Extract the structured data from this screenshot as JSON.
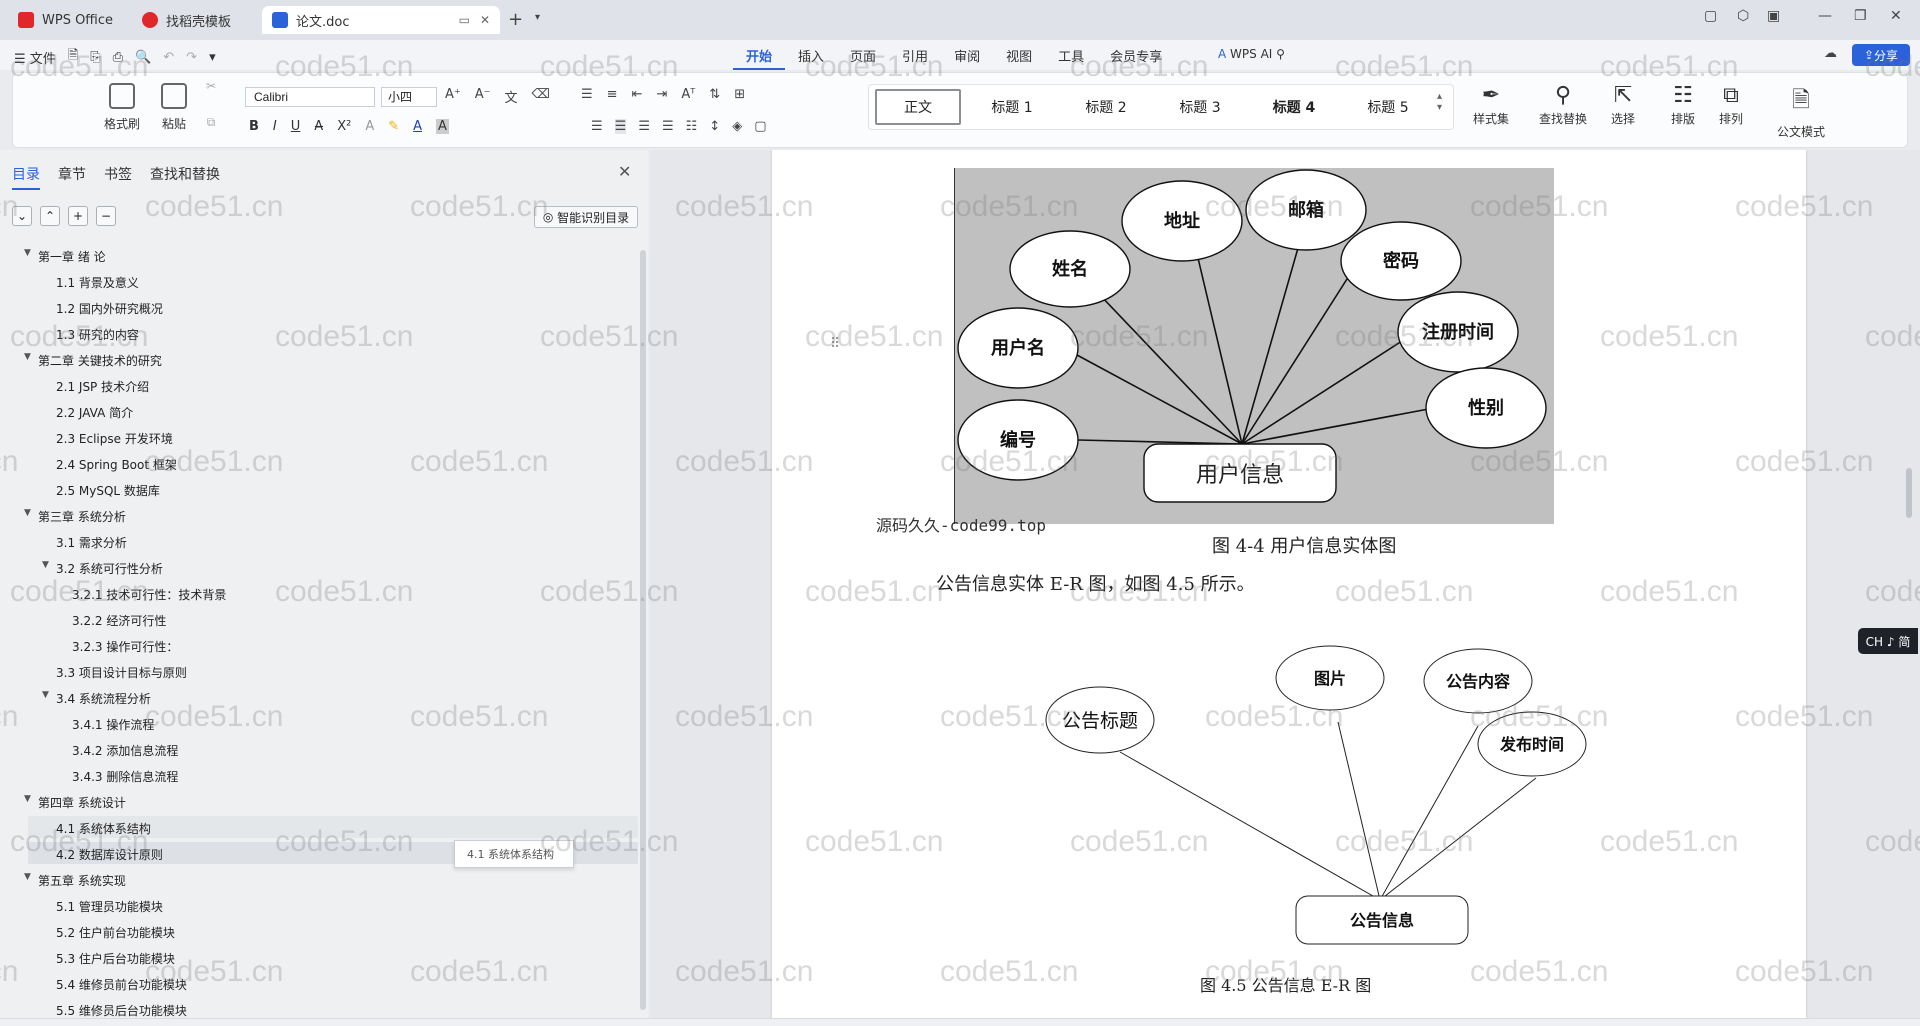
{
  "titlebar": {
    "tabs": [
      {
        "label": "WPS Office"
      },
      {
        "label": "找稻壳模板"
      },
      {
        "label": "论文.doc"
      }
    ]
  },
  "menubar": {
    "file": "文件",
    "tabs": [
      "开始",
      "插入",
      "页面",
      "引用",
      "审阅",
      "视图",
      "工具",
      "会员专享"
    ],
    "active_tab": "开始",
    "wps_ai": "WPS AI",
    "share": "分享"
  },
  "ribbon": {
    "format_painter": "格式刷",
    "paste": "粘贴",
    "font_name": "Calibri",
    "font_size": "小四",
    "styles": [
      "正文",
      "标题 1",
      "标题 2",
      "标题 3",
      "标题 4",
      "标题 5"
    ],
    "style_set": "样式集",
    "find_replace": "查找替换",
    "select": "选择",
    "layout": "排版",
    "arrange": "排列",
    "doc_mode": "公文模式"
  },
  "nav": {
    "tabs": [
      "目录",
      "章节",
      "书签",
      "查找和替换"
    ],
    "active_tab": "目录",
    "smart_toc": "智能识别目录",
    "tooltip": "4.1 系统体系结构",
    "items": [
      {
        "label": "第一章 绪 论",
        "level": 1
      },
      {
        "label": "1.1 背景及意义",
        "level": 2
      },
      {
        "label": "1.2 国内外研究概况",
        "level": 2
      },
      {
        "label": "1.3 研究的内容",
        "level": 2
      },
      {
        "label": "第二章 关键技术的研究",
        "level": 1
      },
      {
        "label": "2.1 JSP 技术介绍",
        "level": 2
      },
      {
        "label": "2.2 JAVA 简介",
        "level": 2
      },
      {
        "label": "2.3 Eclipse 开发环境",
        "level": 2
      },
      {
        "label": "2.4 Spring Boot 框架",
        "level": 2
      },
      {
        "label": "2.5 MySQL 数据库",
        "level": 2
      },
      {
        "label": "第三章 系统分析",
        "level": 1
      },
      {
        "label": "3.1 需求分析",
        "level": 2
      },
      {
        "label": "3.2 系统可行性分析",
        "level": 2
      },
      {
        "label": "3.2.1 技术可行性：技术背景",
        "level": 3
      },
      {
        "label": "3.2.2 经济可行性",
        "level": 3
      },
      {
        "label": "3.2.3 操作可行性：",
        "level": 3
      },
      {
        "label": "3.3 项目设计目标与原则",
        "level": 2
      },
      {
        "label": "3.4 系统流程分析",
        "level": 2
      },
      {
        "label": "3.4.1 操作流程",
        "level": 3
      },
      {
        "label": "3.4.2 添加信息流程",
        "level": 3
      },
      {
        "label": "3.4.3 删除信息流程",
        "level": 3
      },
      {
        "label": "第四章 系统设计",
        "level": 1
      },
      {
        "label": "4.1 系统体系结构",
        "level": 2
      },
      {
        "label": "4.2 数据库设计原则",
        "level": 2
      },
      {
        "label": "第五章 系统实现",
        "level": 1
      },
      {
        "label": "5.1 管理员功能模块",
        "level": 2
      },
      {
        "label": "5.2 住户前台功能模块",
        "level": 2
      },
      {
        "label": "5.3 住户后台功能模块",
        "level": 2
      },
      {
        "label": "5.4 维修员前台功能模块",
        "level": 2
      },
      {
        "label": "5.5 维修员后台功能模块",
        "level": 2
      }
    ]
  },
  "document": {
    "er1": {
      "entity": "用户信息",
      "attributes": [
        "姓名",
        "地址",
        "邮箱",
        "密码",
        "注册时间",
        "性别",
        "编号",
        "用户名"
      ]
    },
    "er1_caption": "图 4-4 用户信息实体图",
    "paragraph": "公告信息实体 E-R 图，如图 4.5 所示。",
    "source_mark": "源码久久-code99.top",
    "er2": {
      "entity": "公告信息",
      "attributes": [
        "公告标题",
        "图片",
        "公告内容",
        "发布时间"
      ]
    },
    "er2_caption": "图 4.5 公告信息 E-R 图"
  },
  "watermark": "code51.cn",
  "ime_indicator": "CH ♪ 简",
  "colors": {
    "accent": "#2b62d9",
    "wps_red": "#e0282c",
    "er1_bg": "#c0c0c0"
  }
}
